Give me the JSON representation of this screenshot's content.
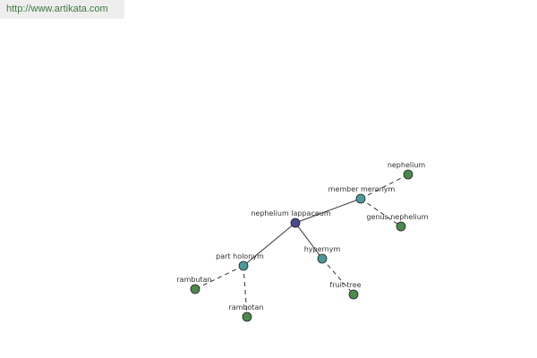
{
  "header": {
    "url": "http://www.artikata.com"
  },
  "graph": {
    "colors": {
      "center_node": "#4a4a8e",
      "relation_node": "#4a9a9a",
      "leaf_node": "#4a8a4a",
      "edge": "#333333"
    },
    "nodes": {
      "center": "nephelium lappaceum",
      "member_meronym": "member meronym",
      "part_holonym": "part holonym",
      "hypernym": "hypernym",
      "nephelium": "nephelium",
      "genus_nephelium": "genus nephelium",
      "rambutan": "rambutan",
      "rambotan": "rambotan",
      "fruit_tree": "fruit tree"
    }
  }
}
